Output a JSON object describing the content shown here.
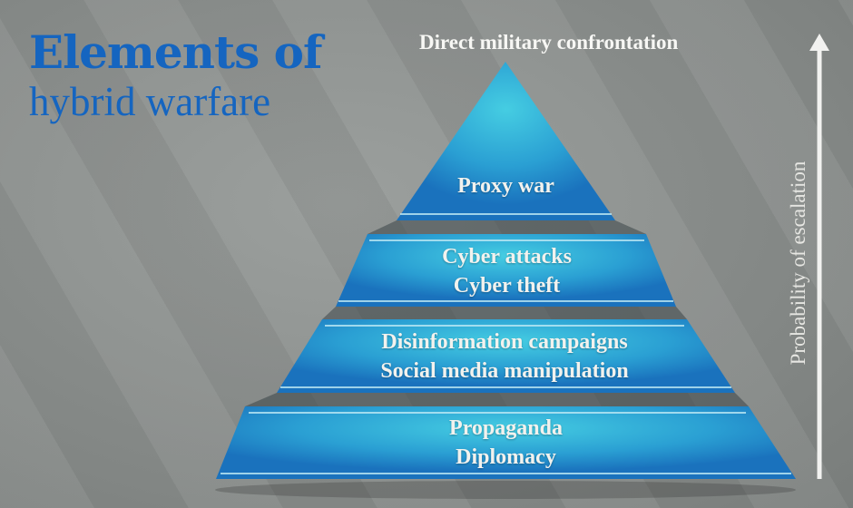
{
  "title": {
    "line1": "Elements of",
    "line2": "hybrid warfare"
  },
  "top_label": "Direct military confrontation",
  "axis_label": "Probability of escalation",
  "tiers": [
    {
      "lines": [
        "Proxy war"
      ]
    },
    {
      "lines": [
        "Cyber attacks",
        "Cyber theft"
      ]
    },
    {
      "lines": [
        "Disinformation campaigns",
        "Social media manipulation"
      ]
    },
    {
      "lines": [
        "Propaganda",
        "Diplomacy"
      ]
    }
  ],
  "colors": {
    "title": "#1565c0",
    "tier_dark": "#1a7cc4",
    "tier_light": "#3fc6de",
    "background": "#8b8f8d"
  }
}
